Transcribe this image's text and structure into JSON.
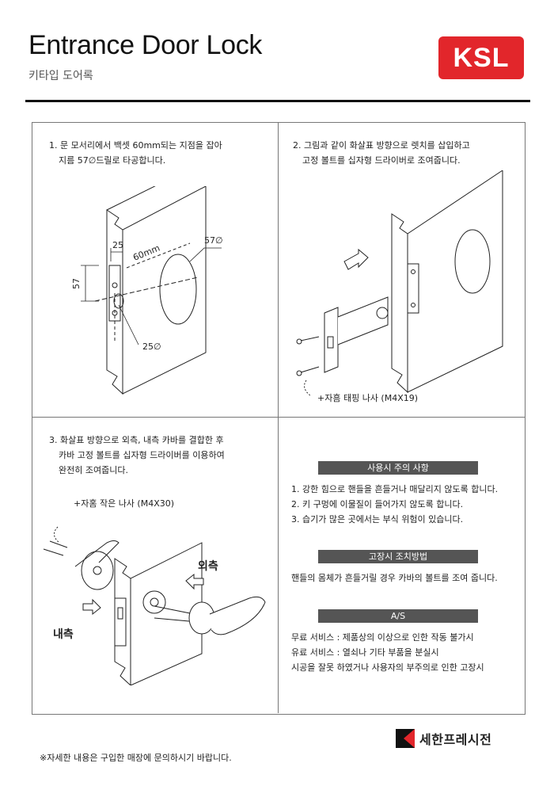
{
  "header": {
    "title": "Entrance Door Lock",
    "subtitle": "키타입 도어록",
    "logo_text": "KSL",
    "logo_color": "#e2262b"
  },
  "steps": [
    {
      "line1": "1. 문 모서리에서 백셋 60mm되는 지점을 잡아",
      "line2": "지름 57∅드릴로 타공합니다.",
      "labels": {
        "dim_25_top": "25",
        "dim_60": "60mm",
        "dim_57_side": "57",
        "dim_57_phi": "57∅",
        "dim_25_phi": "25∅"
      }
    },
    {
      "line1": "2. 그림과 같이 화살표 방향으로 렛치를 삽입하고",
      "line2": "고정 볼트를 십자형 드라이버로 조여줍니다.",
      "labels": {
        "screw": "+자흠 태핑 나사 (M4X19)"
      }
    },
    {
      "line1": "3. 화살표 방향으로 외측, 내측 카바를 결합한 후",
      "line2": "카바 고정 볼트를 십자형 드라이버를 이용하여",
      "line3": "완전히 조여줍니다.",
      "labels": {
        "screw": "+자홈 작은 나사 (M4X30)",
        "outside": "외측",
        "inside": "내측"
      }
    }
  ],
  "notes": {
    "caution": {
      "heading": "사용시 주의 사항",
      "items": [
        "1. 강한 힘으로 핸들을 흔들거나 매달리지 않도록 합니다.",
        "2. 키 구멍에 이물질이 들어가지 않도록 합니다.",
        "3. 습기가 많은 곳에서는 부식 위험이 있습니다."
      ]
    },
    "repair": {
      "heading": "고장시 조치방법",
      "text": "핸들의 몸체가 흔들거릴 경우 카바의 볼트를 조여 줍니다."
    },
    "as": {
      "heading": "A/S",
      "items": [
        "무료 서비스 : 제품상의 이상으로 인한 작동 불가시",
        "유료 서비스 : 열쇠나 기타 부품을 분실시",
        "시공을 잘못 하였거나 사용자의 부주의로 인한 고장시"
      ]
    }
  },
  "footer": {
    "note": "※자세한 내용은 구입한 매장에 문의하시기 바랍니다.",
    "brand": "세한프레시전"
  }
}
